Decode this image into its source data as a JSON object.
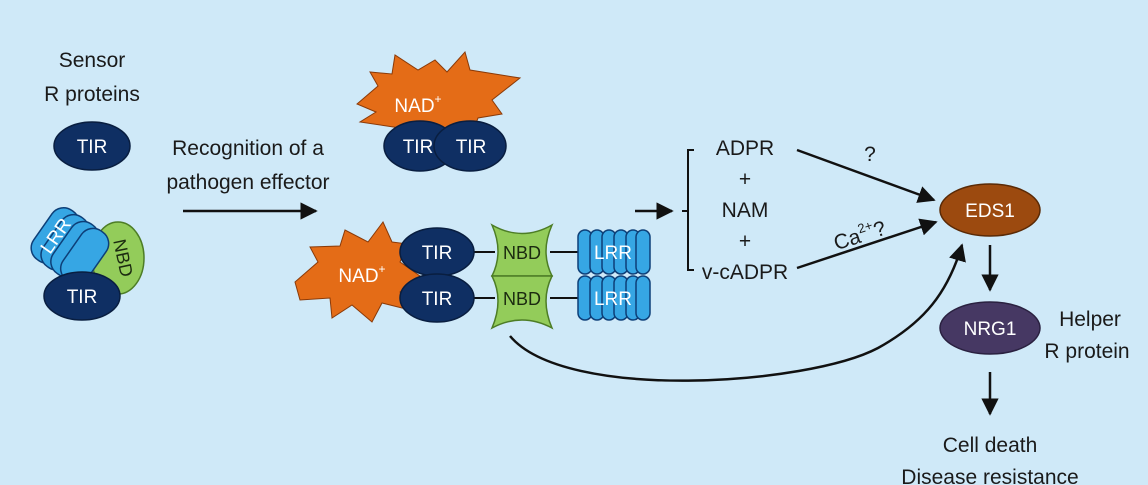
{
  "sensor": {
    "line1": "Sensor",
    "line2": "R proteins"
  },
  "recognition": {
    "line1": "Recognition of a",
    "line2": "pathogen effector"
  },
  "domains": {
    "tir": "TIR",
    "nbd": "NBD",
    "lrr": "LRR",
    "nad": "NAD",
    "nad_sup": "+"
  },
  "products": {
    "adpr": "ADPR",
    "plus": "+",
    "nam": "NAM",
    "vcadpr": "v-cADPR"
  },
  "q": "?",
  "ca": {
    "base": "Ca",
    "sup": "2+",
    "q": "?"
  },
  "eds1": "EDS1",
  "nrg1": "NRG1",
  "helper": {
    "line1": "Helper",
    "line2": "R protein"
  },
  "outcome": {
    "line1": "Cell death",
    "line2": "Disease resistance"
  },
  "colors": {
    "background": "#cfe9f8",
    "tir": "#0f2f63",
    "nbd": "#93cc5a",
    "lrr": "#36a6e4",
    "nad": "#e46c17",
    "eds1": "#9c4a0f",
    "nrg1": "#463863"
  }
}
